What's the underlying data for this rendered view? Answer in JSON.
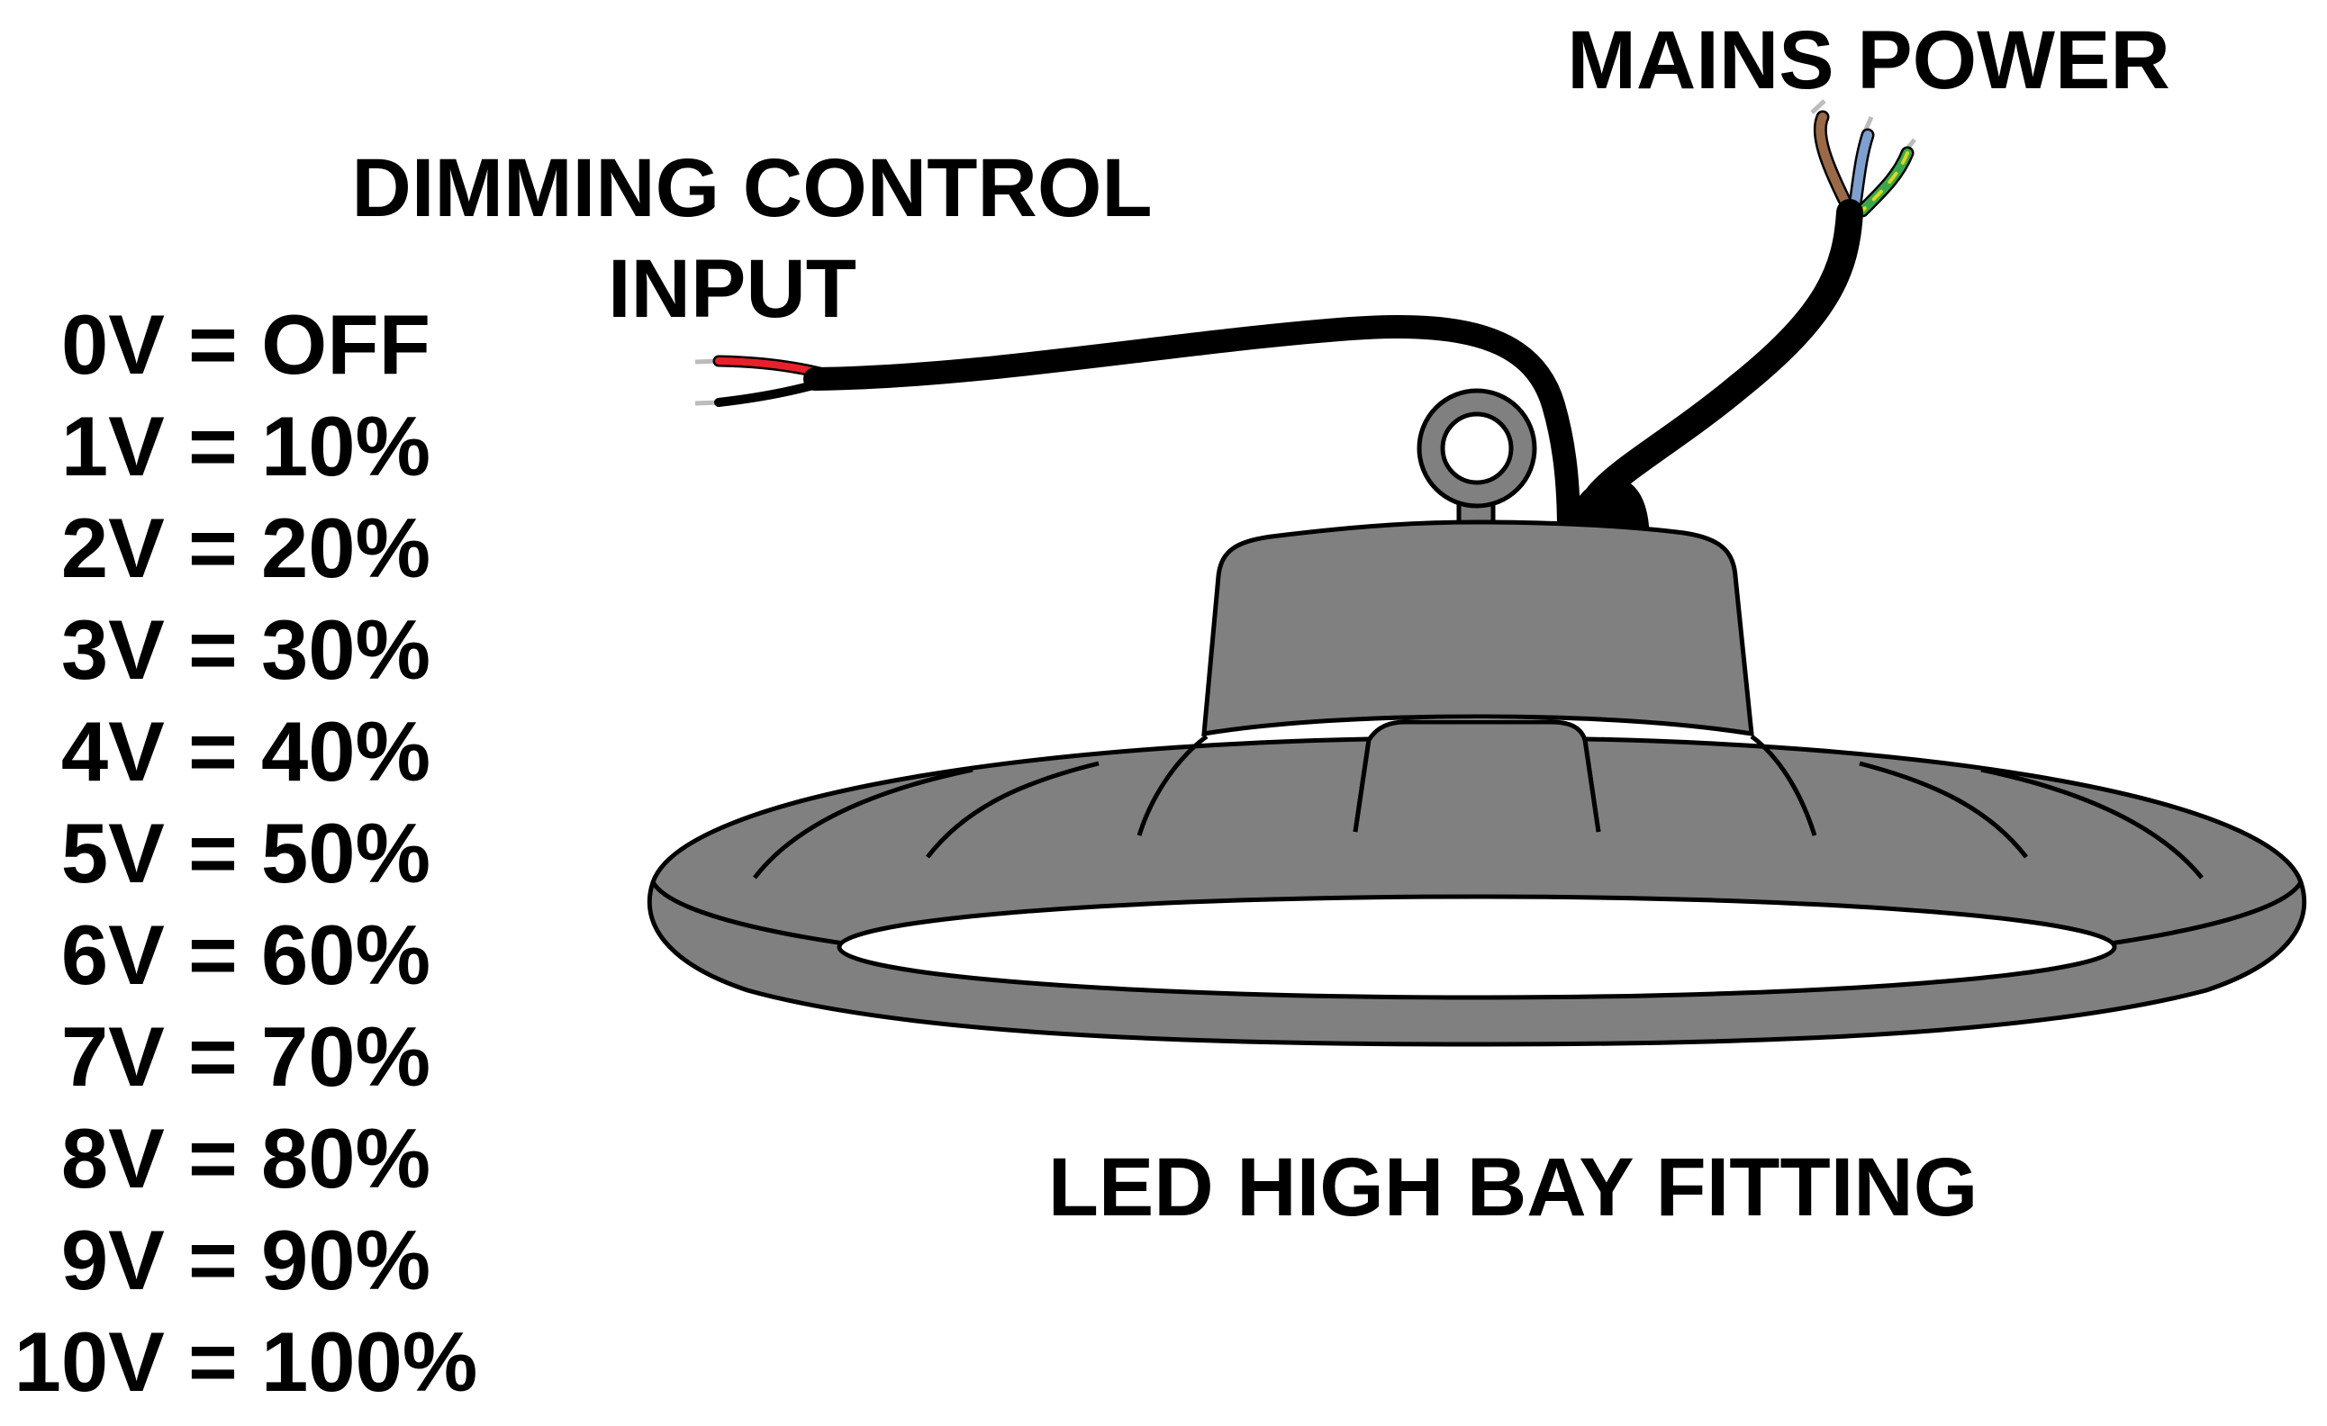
{
  "labels": {
    "mains_power": "MAINS POWER",
    "dimming_line1": "DIMMING CONTROL",
    "dimming_line2": "INPUT",
    "fitting": "LED HIGH BAY FITTING"
  },
  "dimming_scale": [
    {
      "voltage": "0V",
      "level": "OFF",
      "text": "0V = OFF"
    },
    {
      "voltage": "1V",
      "level": "10%",
      "text": "1V = 10%"
    },
    {
      "voltage": "2V",
      "level": "20%",
      "text": "2V = 20%"
    },
    {
      "voltage": "3V",
      "level": "30%",
      "text": "3V = 30%"
    },
    {
      "voltage": "4V",
      "level": "40%",
      "text": "4V = 40%"
    },
    {
      "voltage": "5V",
      "level": "50%",
      "text": "5V = 50%"
    },
    {
      "voltage": "6V",
      "level": "60%",
      "text": "6V = 60%"
    },
    {
      "voltage": "7V",
      "level": "70%",
      "text": "7V = 70%"
    },
    {
      "voltage": "8V",
      "level": "80%",
      "text": "8V = 80%"
    },
    {
      "voltage": "9V",
      "level": "90%",
      "text": "9V = 90%"
    },
    {
      "voltage": "10V",
      "level": "100%",
      "text": "10V = 100%"
    }
  ],
  "colors": {
    "fitting_body": "#808080",
    "outline": "#000000",
    "cable": "#000000",
    "dim_positive_wire": "#e8202a",
    "live_wire": "#9a6a48",
    "neutral_wire": "#7f9fcf",
    "earth_wire_green": "#3aa84a",
    "earth_wire_yellow": "#d8d820",
    "conductor_tip": "#bcbcbc",
    "led_panel": "#ffffff"
  }
}
